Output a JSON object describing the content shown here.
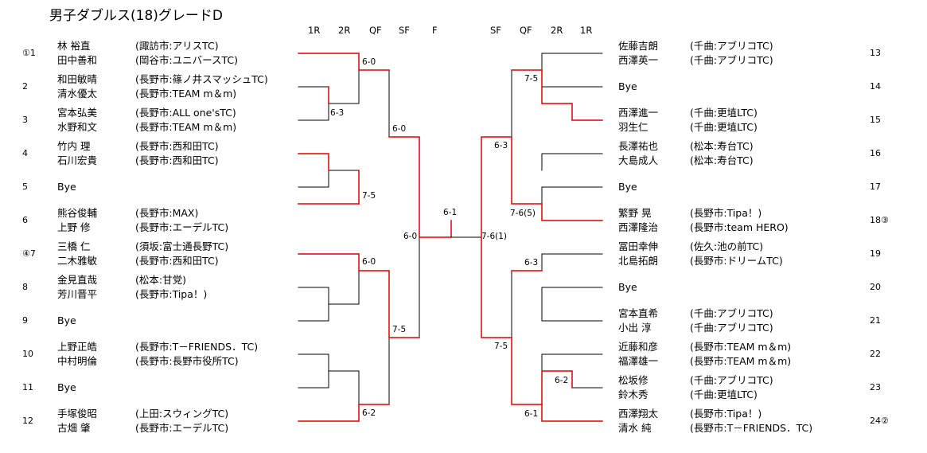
{
  "title": "男子ダブルス(18)グレードD",
  "rounds_left": [
    "1R",
    "2R",
    "QF",
    "SF",
    "F"
  ],
  "rounds_right": [
    "SF",
    "QF",
    "2R",
    "1R"
  ],
  "left": [
    {
      "seed": "①1",
      "bye": false,
      "p1": "林 裕直",
      "c1": "(諏訪市:アリスTC)",
      "p2": "田中善和",
      "c2": "(岡谷市:ユニバースTC)"
    },
    {
      "seed": "2",
      "bye": false,
      "p1": "和田敏晴",
      "c1": "(長野市:篠ノ井スマッシュTC)",
      "p2": "清水優太",
      "c2": "(長野市:TEAM m＆m)"
    },
    {
      "seed": "3",
      "bye": false,
      "p1": "宮本弘美",
      "c1": "(長野市:ALL one'sTC)",
      "p2": "水野和文",
      "c2": "(長野市:TEAM m＆m)"
    },
    {
      "seed": "4",
      "bye": false,
      "p1": "竹内 理",
      "c1": "(長野市:西和田TC)",
      "p2": "石川宏貴",
      "c2": "(長野市:西和田TC)"
    },
    {
      "seed": "5",
      "bye": true,
      "bye_label": "Bye"
    },
    {
      "seed": "6",
      "bye": false,
      "p1": "熊谷俊輔",
      "c1": "(長野市:MAX)",
      "p2": "上野 修",
      "c2": "(長野市:エーデルTC)"
    },
    {
      "seed": "④7",
      "bye": false,
      "p1": "三橋 仁",
      "c1": "(須坂:富士通長野TC)",
      "p2": "二木雅敏",
      "c2": "(長野市:西和田TC)"
    },
    {
      "seed": "8",
      "bye": false,
      "p1": "金見直哉",
      "c1": "(松本:甘党)",
      "p2": "芳川晋平",
      "c2": "(長野市:Tipa！)"
    },
    {
      "seed": "9",
      "bye": true,
      "bye_label": "Bye"
    },
    {
      "seed": "10",
      "bye": false,
      "p1": "上野正皓",
      "c1": "(長野市:T－FRIENDS．TC)",
      "p2": "中村明倫",
      "c2": "(長野市:長野市役所TC)"
    },
    {
      "seed": "11",
      "bye": true,
      "bye_label": "Bye"
    },
    {
      "seed": "12",
      "bye": false,
      "p1": "手塚俊昭",
      "c1": "(上田:スウィングTC)",
      "p2": "古畑 肇",
      "c2": "(長野市:エーデルTC)"
    }
  ],
  "right": [
    {
      "seed": "13",
      "bye": false,
      "p1": "佐藤吉朗",
      "c1": "(千曲:アブリコTC)",
      "p2": "西澤英一",
      "c2": "(千曲:アブリコTC)"
    },
    {
      "seed": "14",
      "bye": true,
      "bye_label": "Bye"
    },
    {
      "seed": "15",
      "bye": false,
      "p1": "西澤進一",
      "c1": "(千曲:更埴LTC)",
      "p2": "羽生仁",
      "c2": "(千曲:更埴LTC)"
    },
    {
      "seed": "16",
      "bye": false,
      "p1": "長澤祐也",
      "c1": "(松本:寿台TC)",
      "p2": "大島成人",
      "c2": "(松本:寿台TC)"
    },
    {
      "seed": "17",
      "bye": true,
      "bye_label": "Bye"
    },
    {
      "seed": "18③",
      "bye": false,
      "p1": "繁野 晃",
      "c1": "(長野市:Tipa！)",
      "p2": "西澤隆治",
      "c2": "(長野市:team HERO)"
    },
    {
      "seed": "19",
      "bye": false,
      "p1": "冨田幸伸",
      "c1": "(佐久:池の前TC)",
      "p2": "北島拓朗",
      "c2": "(長野市:ドリームTC)"
    },
    {
      "seed": "20",
      "bye": true,
      "bye_label": "Bye"
    },
    {
      "seed": "21",
      "bye": false,
      "p1": "宮本直希",
      "c1": "(千曲:アブリコTC)",
      "p2": "小出 淳",
      "c2": "(千曲:アブリコTC)"
    },
    {
      "seed": "22",
      "bye": false,
      "p1": "近藤和彦",
      "c1": "(長野市:TEAM m＆m)",
      "p2": "福澤雄一",
      "c2": "(長野市:TEAM m＆m)"
    },
    {
      "seed": "23",
      "bye": false,
      "p1": "松坂修",
      "c1": "(千曲:アブリコTC)",
      "p2": "鈴木秀",
      "c2": "(千曲:更埴LTC)"
    },
    {
      "seed": "24②",
      "bye": false,
      "p1": "西澤翔太",
      "c1": "(長野市:Tipa！)",
      "p2": "清水 純",
      "c2": "(長野市:T－FRIENDS．TC)"
    }
  ],
  "scores": {
    "l_2r_23": "6-3",
    "l_qf_a": "6-0",
    "l_qf_b": "7-5",
    "l_qf_c": "6-0",
    "l_qf_d": "6-2",
    "l_sf_1": "6-0",
    "l_sf_2": "7-5",
    "l_f": "6-0",
    "final": "6-1",
    "r_qf_a": "7-5",
    "r_qf_b": "7-6(5)",
    "r_qf_c": "6-3",
    "r_2r_23": "6-2",
    "r_qf_d": "6-1",
    "r_sf_1": "6-3",
    "r_sf_2": "7-5",
    "r_f": "7-6(1)"
  }
}
